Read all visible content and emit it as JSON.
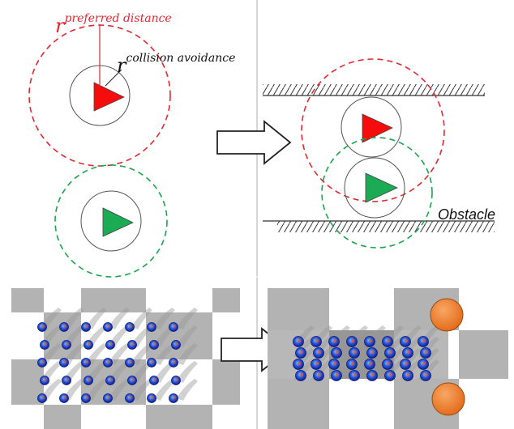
{
  "top_left": {
    "preferred_label": {
      "base": "r",
      "superscript": "preferred distance",
      "color": "#e3262e"
    },
    "collision_label": {
      "base": "r",
      "superscript": "collision avoidance",
      "color": "#111111"
    },
    "leader_agent_color": "#f50d0d",
    "follower_agent_color": "#1bab55",
    "preferred_circle_color": "#e3262e",
    "follower_preferred_circle_color": "#1aa34a",
    "inner_circle_color": "#555555"
  },
  "top_right": {
    "obstacle_label": "Obstacle",
    "wall_color": "#333333"
  },
  "bottom_panels": {
    "checker_dark": "#b3b3b3",
    "checker_light": "#ffffff",
    "agent_color": "#1832b8",
    "obstacle_color": "#ef7f2e"
  },
  "arrow_color": "#222222",
  "divider_color": "#c8c8c8"
}
